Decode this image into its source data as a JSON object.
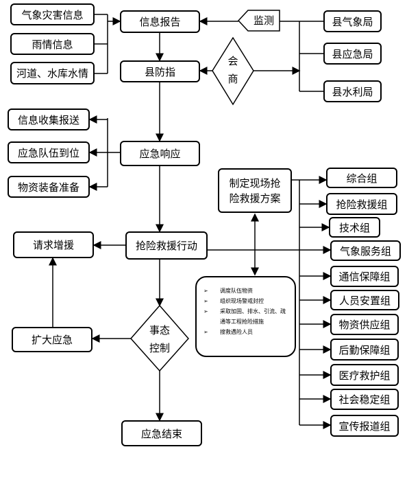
{
  "info_sources": [
    "气象灾害信息",
    "雨情信息",
    "河道、水库水情"
  ],
  "info_report": "信息报告",
  "monitor": "监测",
  "agencies": [
    "县气象局",
    "县应急局",
    "县水利局"
  ],
  "command": "县防指",
  "consult": "会商",
  "prep": [
    "信息收集报送",
    "应急队伍到位",
    "物资装备准备"
  ],
  "response": "应急响应",
  "plan": "制定现场抢险救援方案",
  "request": "请求增援",
  "action": "抢险救援行动",
  "tasks": [
    "调度队伍物资",
    "组织现场警戒封控",
    "采取加固、排水、引流、疏通等工程抢险措施",
    "搜救遇险人员"
  ],
  "bullet_symbol": "➢",
  "control": "事态控制",
  "expand": "扩大应急",
  "end": "应急结束",
  "groups": [
    "综合组",
    "抢险救援组",
    "技术组",
    "气象服务组",
    "通信保障组",
    "人员安置组",
    "物资供应组",
    "后勤保障组",
    "医疗救护组",
    "社会稳定组",
    "宣传报道组"
  ]
}
